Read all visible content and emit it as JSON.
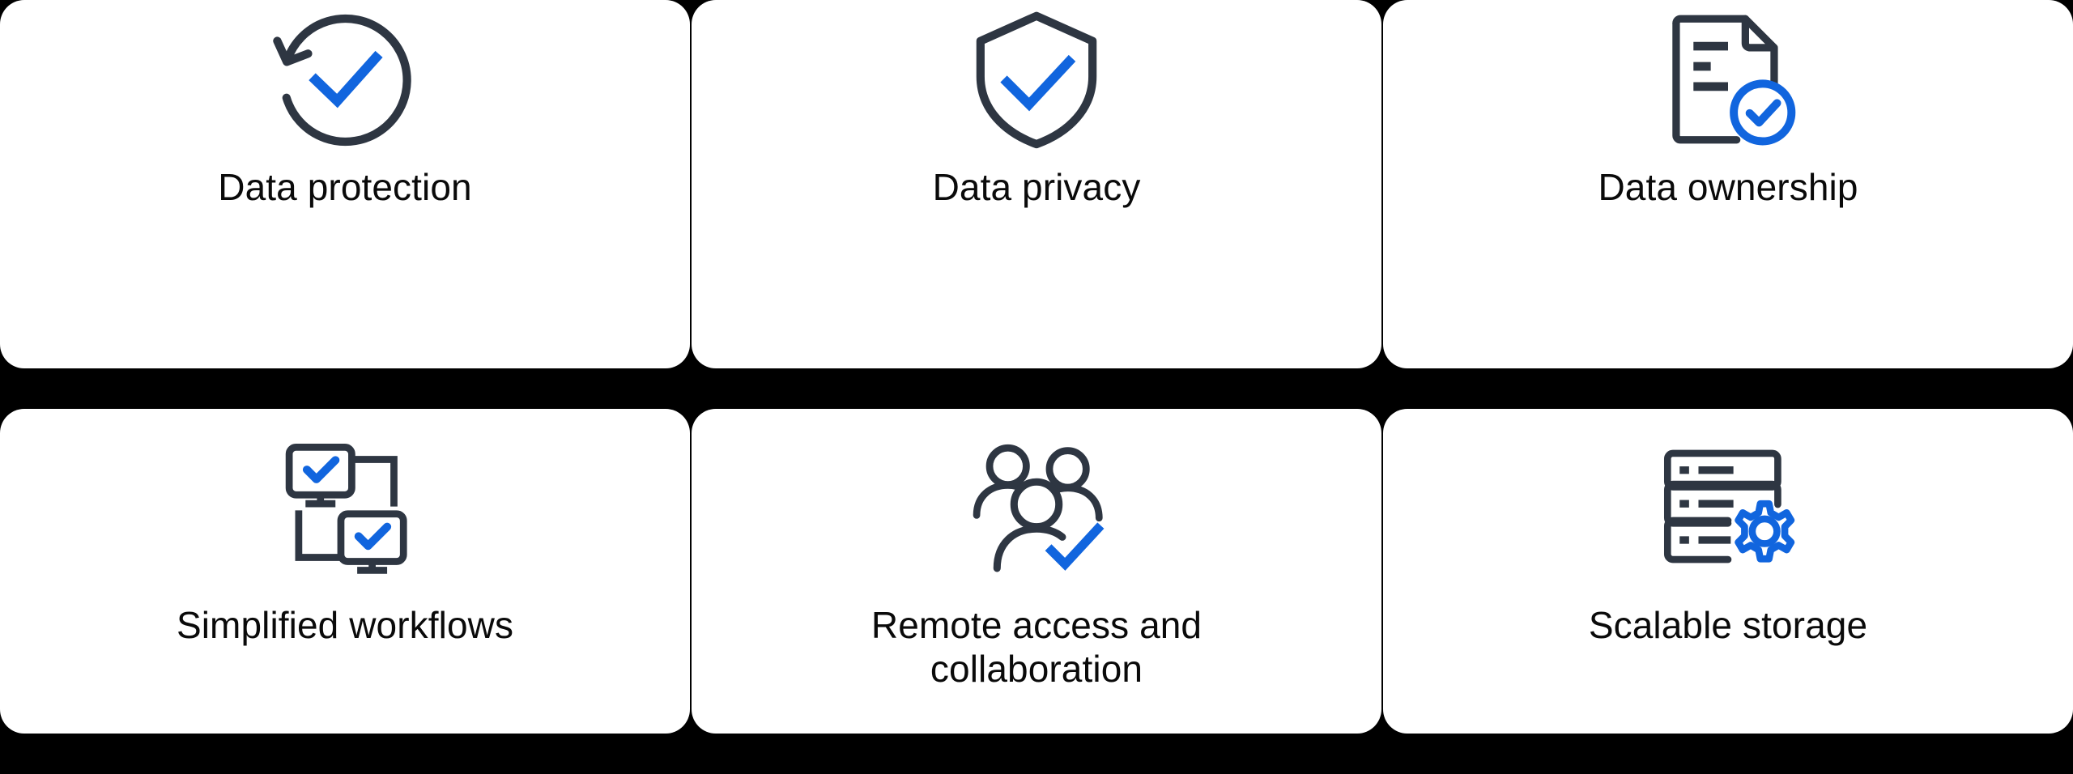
{
  "page": {
    "background_color": "#000000",
    "card_color": "#FFFFFF",
    "text_color": "#0A0A0A",
    "icon_outline_color": "#2E3642",
    "icon_accent_color": "#1165DE"
  },
  "grid": {
    "columns": 3,
    "rows": 2,
    "cells": [
      {
        "id": "data-protection",
        "label": "Data protection",
        "icon": "refresh-check-icon",
        "row": 1,
        "column": 1
      },
      {
        "id": "data-privacy",
        "label": "Data privacy",
        "icon": "shield-check-icon",
        "row": 1,
        "column": 2
      },
      {
        "id": "data-ownership",
        "label": "Data ownership",
        "icon": "document-check-icon",
        "row": 1,
        "column": 3
      },
      {
        "id": "simplified-workflows",
        "label": "Simplified workflows",
        "icon": "monitors-workflow-icon",
        "row": 2,
        "column": 1
      },
      {
        "id": "remote-access-collaboration",
        "label": "Remote access and collaboration",
        "icon": "people-group-check-icon",
        "row": 2,
        "column": 2
      },
      {
        "id": "scalable-storage",
        "label": "Scalable storage",
        "icon": "server-gear-icon",
        "row": 2,
        "column": 3
      }
    ]
  }
}
